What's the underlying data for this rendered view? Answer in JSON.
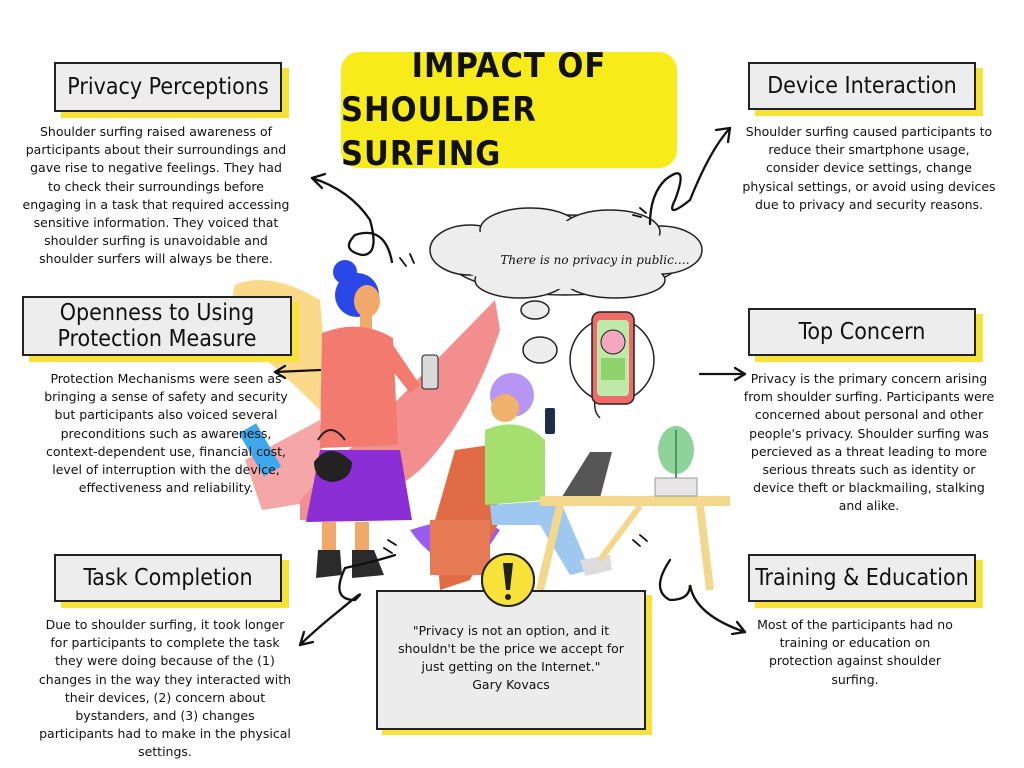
{
  "title": {
    "line1": "IMPACT OF",
    "line2": "SHOULDER SURFING"
  },
  "sections": {
    "privacy_perceptions": {
      "heading": "Privacy Perceptions",
      "text": "Shoulder surfing raised awareness of participants about their surroundings and gave rise to negative feelings. They had to check their surroundings before engaging in a task that required accessing sensitive information. They voiced that shoulder surfing is unavoidable and shoulder surfers will always be there."
    },
    "openness": {
      "heading_line1": "Openness to Using",
      "heading_line2": "Protection Measure",
      "text": "Protection Mechanisms were seen as bringing a sense of safety and security but participants also voiced several preconditions such as awareness, context-dependent use, financial cost, level of interruption with the device, effectiveness and reliability."
    },
    "task_completion": {
      "heading": "Task Completion",
      "text": "Due to shoulder surfing, it took longer for participants to complete the task they were doing because of the (1) changes in the way they interacted with their devices, (2) concern about bystanders, and (3) changes participants had to make in the physical settings."
    },
    "device_interaction": {
      "heading": "Device Interaction",
      "text": "Shoulder surfing caused participants to reduce their smartphone usage, consider device settings, change physical settings, or avoid using devices due to privacy and security reasons."
    },
    "top_concern": {
      "heading": "Top Concern",
      "text": "Privacy is the primary concern arising from shoulder surfing. Participants were concerned about personal and other people's privacy. Shoulder surfing was percieved as a threat leading to more serious threats such as identity or device theft or blackmailing, stalking and alike."
    },
    "training": {
      "heading": "Training & Education",
      "text": "Most of the participants had no training or education on protection against shoulder surfing."
    }
  },
  "thought_cloud": {
    "text": "There is no privacy in public…."
  },
  "quote": {
    "text": "\"Privacy is not an option, and it shouldn't be the price we accept for just getting on the Internet.\"",
    "author": "Gary Kovacs",
    "icon": "exclamation-icon"
  },
  "colors": {
    "title_bg": "#f7ec1a",
    "label_shadow": "#f7e23a",
    "label_bg": "#ededed"
  }
}
